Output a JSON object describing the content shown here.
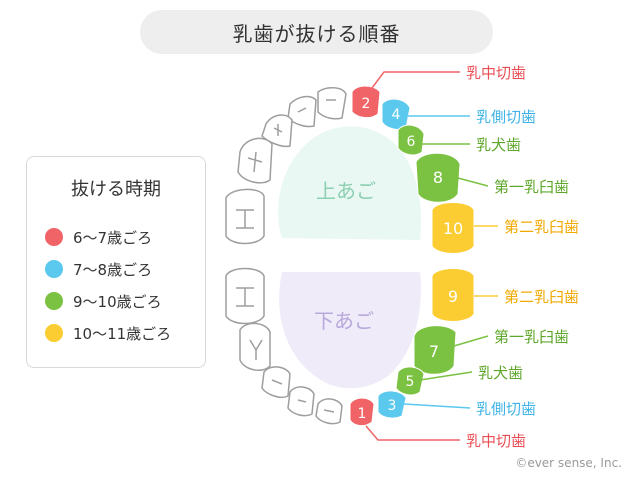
{
  "title": "乳歯が抜ける順番",
  "legend": {
    "title": "抜ける時期",
    "items": [
      {
        "label": "6～7歳ごろ",
        "color": "#f06468"
      },
      {
        "label": "7～8歳ごろ",
        "color": "#5bc8ee"
      },
      {
        "label": "9～10歳ごろ",
        "color": "#7cc242"
      },
      {
        "label": "10～11歳ごろ",
        "color": "#fbcd32"
      }
    ]
  },
  "jaw_labels": {
    "upper": "上あご",
    "lower": "下あご"
  },
  "upper_teeth": [
    {
      "number": "2",
      "name": "乳中切歯",
      "group": 0
    },
    {
      "number": "4",
      "name": "乳側切歯",
      "group": 1
    },
    {
      "number": "6",
      "name": "乳犬歯",
      "group": 2
    },
    {
      "number": "8",
      "name": "第一乳臼歯",
      "group": 2
    },
    {
      "number": "10",
      "name": "第二乳臼歯",
      "group": 3
    }
  ],
  "lower_teeth": [
    {
      "number": "9",
      "name": "第二乳臼歯",
      "group": 3
    },
    {
      "number": "7",
      "name": "第一乳臼歯",
      "group": 2
    },
    {
      "number": "5",
      "name": "乳犬歯",
      "group": 2
    },
    {
      "number": "3",
      "name": "乳側切歯",
      "group": 1
    },
    {
      "number": "1",
      "name": "乳中切歯",
      "group": 0
    }
  ],
  "credit": "©ever sense, Inc."
}
